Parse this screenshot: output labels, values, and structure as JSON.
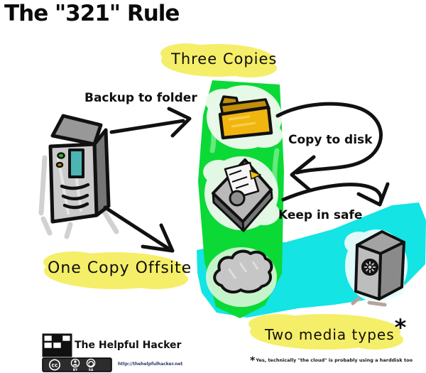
{
  "title": "The \"321\" Rule",
  "diagram": {
    "labels": {
      "three_copies": "Three Copies",
      "backup_to_folder": "Backup to folder",
      "copy_to_disk": "Copy to disk",
      "keep_in_safe": "Keep in safe",
      "one_copy_offsite": "One Copy Offsite",
      "two_media_types": "Two media types",
      "asterisk": "*"
    },
    "icons": [
      "computer-tower-icon",
      "folder-icon",
      "harddisk-icon",
      "cloud-icon",
      "safe-icon"
    ],
    "colors": {
      "green_band": "#0bd936",
      "cyan_band": "#14e4e4",
      "highlight_yellow": "#f5ee68",
      "folder_yellow": "#f0b60f",
      "ink": "#111111"
    }
  },
  "footnote": {
    "marker": "*",
    "text": "Yes, technically \"the cloud\" is probably using a harddisk too"
  },
  "footer": {
    "brand": "The Helpful Hacker",
    "url": "http://thehelpfulhacker.net",
    "license": {
      "cc": "cc",
      "by": "BY",
      "sa": "SA"
    }
  }
}
